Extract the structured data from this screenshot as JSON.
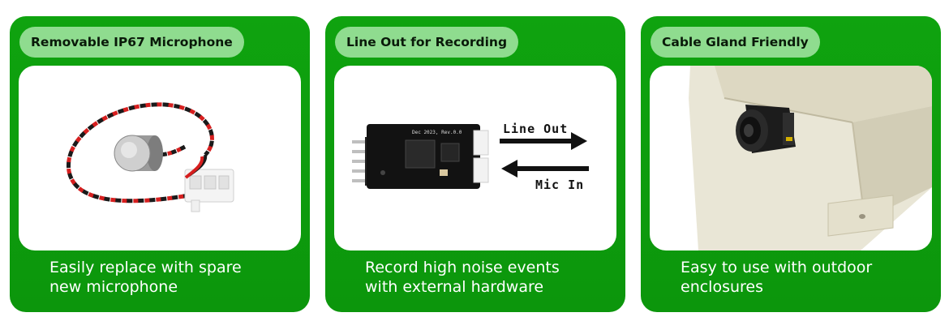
{
  "cards": [
    {
      "title": "Removable IP67 Microphone",
      "caption_line1": "Easily replace with spare",
      "caption_line2": "new microphone"
    },
    {
      "title": "Line Out for Recording",
      "caption_line1": "Record high noise events",
      "caption_line2": "with external hardware",
      "line_out_label": "Line Out",
      "mic_in_label": "Mic In",
      "board_silkscreen": "Dec 2023, Rev.0.0"
    },
    {
      "title": "Cable Gland Friendly",
      "caption_line1": "Easy to use with outdoor",
      "caption_line2": "enclosures"
    }
  ],
  "colors": {
    "card_green": "#0fa30f",
    "pill_green": "#8fdc8f",
    "caption_text": "#ffffff"
  },
  "icons": [
    "microphone-photo",
    "audio-board-photo",
    "arrow-right-icon",
    "arrow-left-icon",
    "enclosure-photo"
  ]
}
